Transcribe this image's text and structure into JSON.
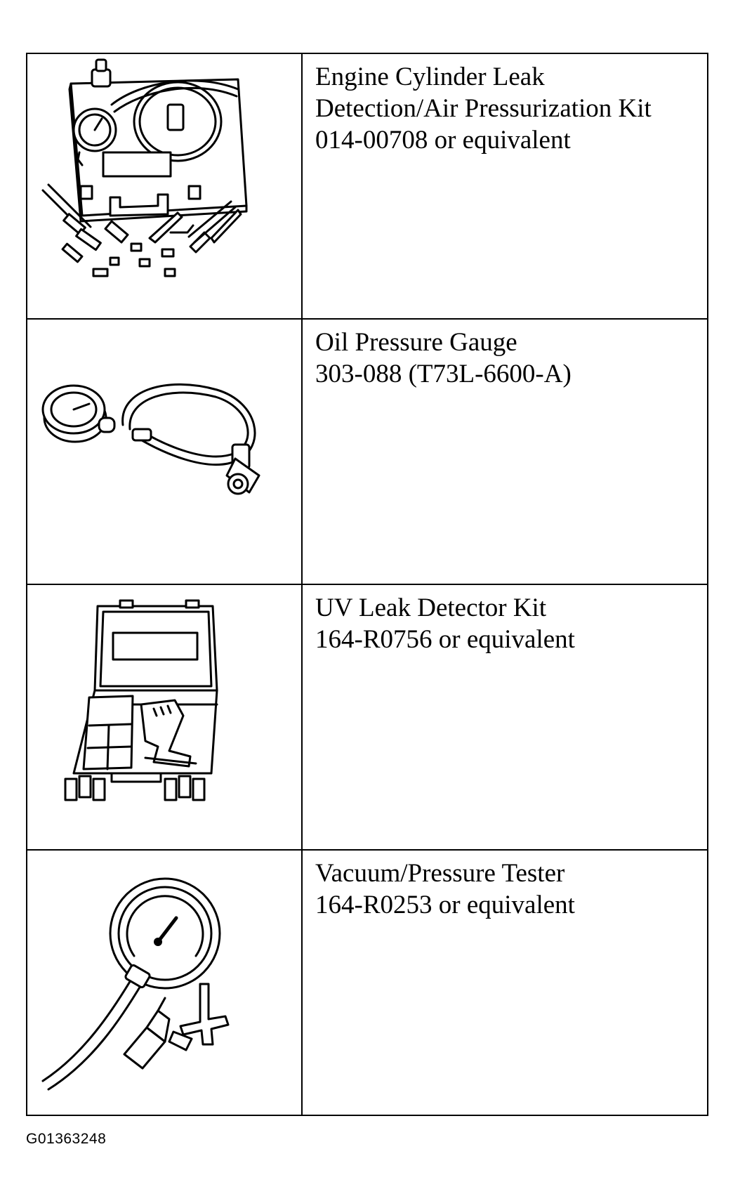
{
  "tools": [
    {
      "icon": "leak-detection-kit",
      "lines": [
        "Engine Cylinder Leak",
        "Detection/Air Pressurization Kit",
        "014-00708 or equivalent"
      ]
    },
    {
      "icon": "oil-pressure-gauge",
      "lines": [
        "Oil Pressure Gauge",
        "303-088 (T73L-6600-A)"
      ]
    },
    {
      "icon": "uv-leak-detector-kit",
      "lines": [
        "UV Leak Detector Kit",
        "164-R0756 or equivalent"
      ]
    },
    {
      "icon": "vacuum-pressure-tester",
      "lines": [
        "Vacuum/Pressure Tester",
        "164-R0253 or equivalent"
      ]
    }
  ],
  "figure_code": "G01363248"
}
